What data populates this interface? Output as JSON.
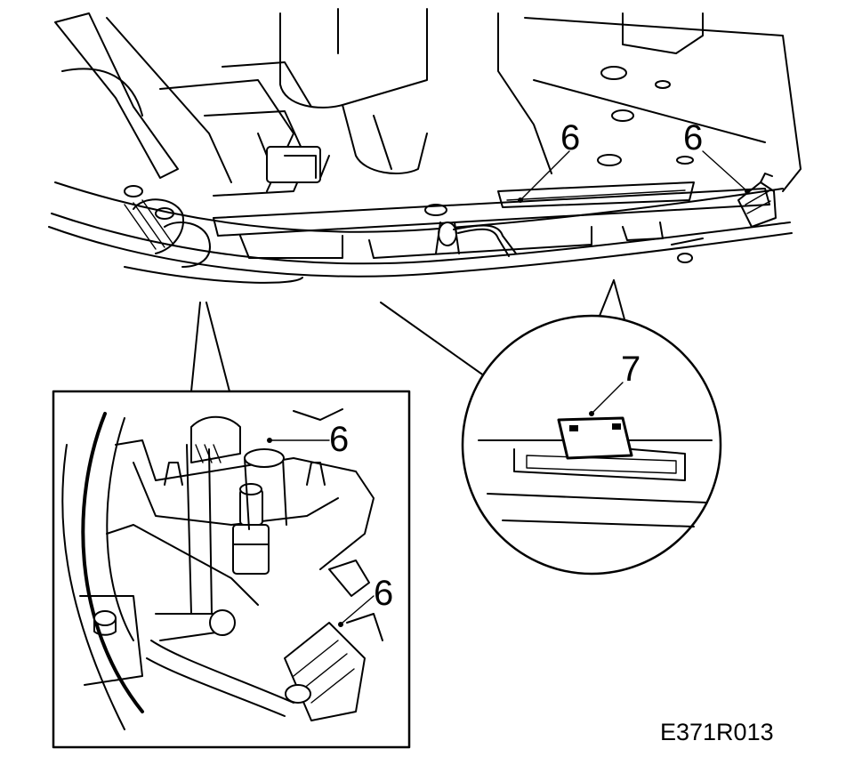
{
  "callouts": {
    "main_left": "6",
    "main_right": "6",
    "detail_upper": "6",
    "detail_lower": "6",
    "magnifier": "7"
  },
  "figure_id": "E371R013",
  "colors": {
    "ink": "#000000",
    "paper": "#ffffff"
  }
}
